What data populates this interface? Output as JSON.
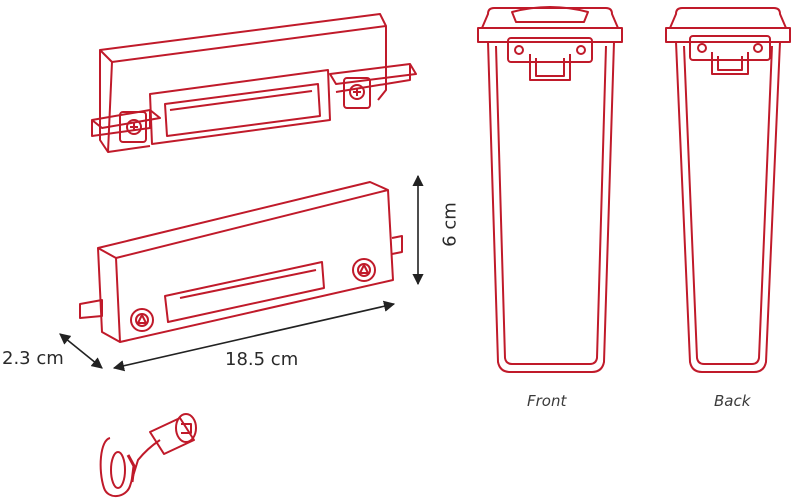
{
  "colors": {
    "line": "#c01a2a",
    "dimension": "#222222"
  },
  "dimensions": {
    "width_label": "18.5 cm",
    "depth_label": "2.3 cm",
    "height_label": "6 cm"
  },
  "captions": {
    "front": "Front",
    "back": "Back"
  },
  "icons": [
    "bracket-top",
    "bracket-bottom",
    "key",
    "container-front",
    "container-back"
  ]
}
